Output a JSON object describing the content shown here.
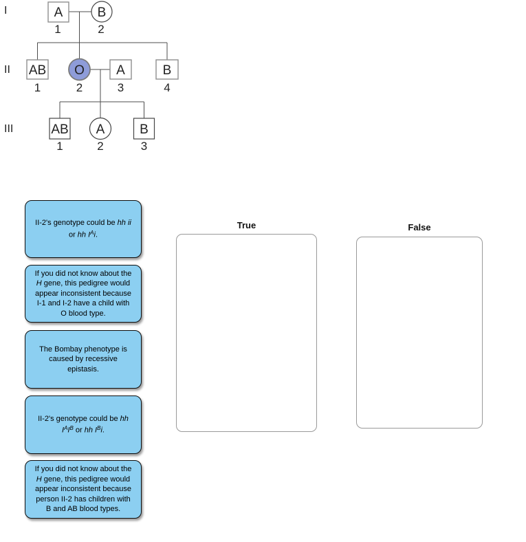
{
  "colors": {
    "card_fill": "#8CCFF1",
    "affected_fill": "#8E9CD9",
    "zone_border": "#999999",
    "pedigree_line": "#4c4c4c"
  },
  "pedigree": {
    "generations": [
      "I",
      "II",
      "III"
    ],
    "members": [
      {
        "id": "I-1",
        "sex": "male",
        "blood_type": "A",
        "num": "1",
        "affected": false
      },
      {
        "id": "I-2",
        "sex": "female",
        "blood_type": "B",
        "num": "2",
        "affected": false
      },
      {
        "id": "II-1",
        "sex": "male",
        "blood_type": "AB",
        "num": "1",
        "affected": false
      },
      {
        "id": "II-2",
        "sex": "female",
        "blood_type": "O",
        "num": "2",
        "affected": true
      },
      {
        "id": "II-3",
        "sex": "male",
        "blood_type": "A",
        "num": "3",
        "affected": false
      },
      {
        "id": "II-4",
        "sex": "male",
        "blood_type": "B",
        "num": "4",
        "affected": false
      },
      {
        "id": "III-1",
        "sex": "male",
        "blood_type": "AB",
        "num": "1",
        "affected": false
      },
      {
        "id": "III-2",
        "sex": "female",
        "blood_type": "A",
        "num": "2",
        "affected": false
      },
      {
        "id": "III-3",
        "sex": "male",
        "blood_type": "B",
        "num": "3",
        "affected": false
      }
    ]
  },
  "cards": [
    {
      "lines": [
        [
          {
            "t": "II-2's genotype could be ",
            "s": "n"
          },
          {
            "t": "hh ii",
            "s": "i"
          }
        ],
        [
          {
            "t": "or ",
            "s": "n"
          },
          {
            "t": "hh I",
            "s": "i"
          },
          {
            "t": "A",
            "s": "sup"
          },
          {
            "t": "i",
            "s": "i"
          },
          {
            "t": ".",
            "s": "n"
          }
        ]
      ]
    },
    {
      "lines": [
        [
          {
            "t": "If you did not know about the",
            "s": "n"
          }
        ],
        [
          {
            "t": "H",
            "s": "i"
          },
          {
            "t": " gene, this pedigree would",
            "s": "n"
          }
        ],
        [
          {
            "t": "appear inconsistent because",
            "s": "n"
          }
        ],
        [
          {
            "t": "I-1 and I-2 have a child with",
            "s": "n"
          }
        ],
        [
          {
            "t": "O blood type.",
            "s": "n"
          }
        ]
      ]
    },
    {
      "lines": [
        [
          {
            "t": "The Bombay phenotype is",
            "s": "n"
          }
        ],
        [
          {
            "t": "caused by recessive",
            "s": "n"
          }
        ],
        [
          {
            "t": "epistasis.",
            "s": "n"
          }
        ]
      ]
    },
    {
      "lines": [
        [
          {
            "t": "II-2's genotype could be ",
            "s": "n"
          },
          {
            "t": "hh",
            "s": "i"
          }
        ],
        [
          {
            "t": "I",
            "s": "i"
          },
          {
            "t": "A",
            "s": "sup"
          },
          {
            "t": "I",
            "s": "i"
          },
          {
            "t": "B",
            "s": "sup"
          },
          {
            "t": " or ",
            "s": "n"
          },
          {
            "t": "hh I",
            "s": "i"
          },
          {
            "t": "B",
            "s": "sup"
          },
          {
            "t": "i",
            "s": "i"
          },
          {
            "t": ".",
            "s": "n"
          }
        ]
      ]
    },
    {
      "lines": [
        [
          {
            "t": "If you did not know about the",
            "s": "n"
          }
        ],
        [
          {
            "t": "H",
            "s": "i"
          },
          {
            "t": " gene, this pedigree would",
            "s": "n"
          }
        ],
        [
          {
            "t": "appear inconsistent because",
            "s": "n"
          }
        ],
        [
          {
            "t": "person II-2 has children with",
            "s": "n"
          }
        ],
        [
          {
            "t": "B and AB blood types.",
            "s": "n"
          }
        ]
      ]
    }
  ],
  "zones": {
    "true_label": "True",
    "false_label": "False"
  }
}
